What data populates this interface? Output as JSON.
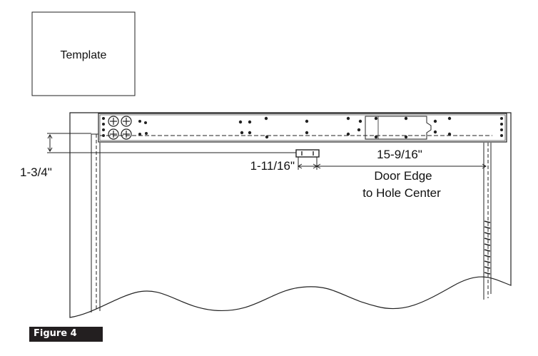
{
  "template_label": "Template",
  "dimensions": {
    "vertical": "1-3/4\"",
    "small_horizontal": "1-11/16\"",
    "long_horizontal": "15-9/16\""
  },
  "door_edge_note": {
    "line1": "Door Edge",
    "line2": "to Hole Center"
  },
  "figure_label": "Figure 4"
}
